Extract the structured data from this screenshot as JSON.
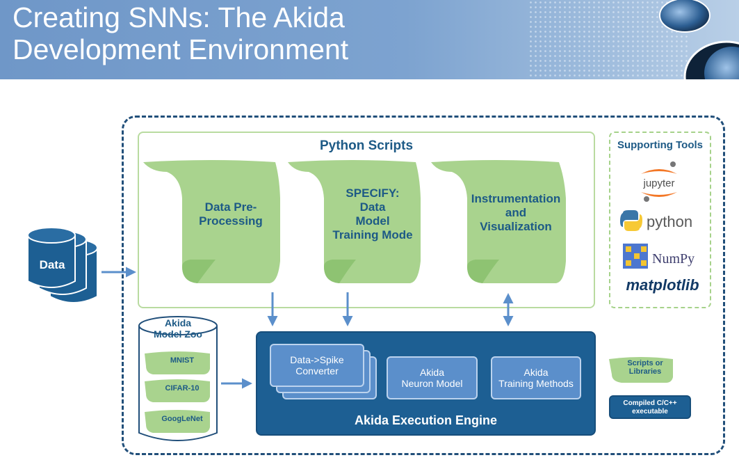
{
  "slide": {
    "title": "Creating SNNs: The Akida\nDevelopment  Environment"
  },
  "data_store": {
    "label": "Data"
  },
  "python_scripts": {
    "title": "Python Scripts",
    "scrolls": [
      {
        "label": "Data Pre-\nProcessing"
      },
      {
        "label": "SPECIFY:\nData\nModel\nTraining Mode"
      },
      {
        "label": "Instrumentation\nand\nVisualization"
      }
    ]
  },
  "supporting_tools": {
    "title": "Supporting Tools",
    "logos": {
      "jupyter": "jupyter",
      "python": "python",
      "numpy": "NumPy",
      "matplotlib": "matplotlib"
    }
  },
  "model_zoo": {
    "title": "Akida\nModel Zoo",
    "items": [
      "MNIST",
      "CIFAR-10",
      "GoogLeNet"
    ]
  },
  "engine": {
    "title": "Akida Execution Engine",
    "boxes": [
      "Data->Spike\nConverter",
      "Akida\nNeuron Model",
      "Akida\nTraining Methods"
    ]
  },
  "legend": {
    "scripts": "Scripts or\nLibraries",
    "compiled": "Compiled C/C++\nexecutable"
  },
  "colors": {
    "header": "#7da3d0",
    "scroll_green": "#a9d38e",
    "engine_blue": "#1d5f93",
    "box_blue": "#5b8fcb",
    "dashed_border": "#214f7a"
  }
}
